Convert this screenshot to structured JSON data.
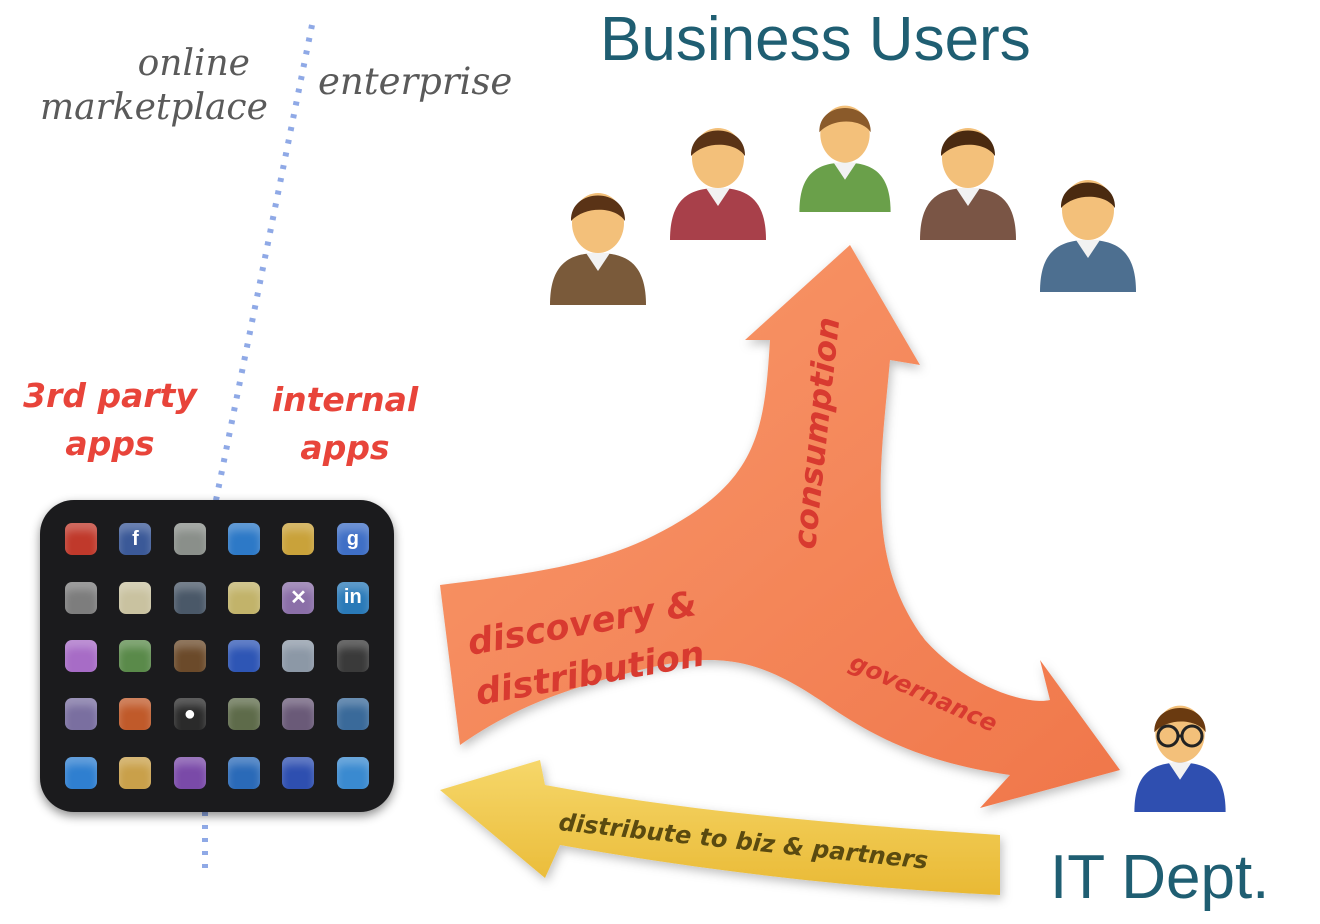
{
  "labels": {
    "online": "online\nmarketplace",
    "enterprise": "enterprise",
    "third_party": "3rd party\napps",
    "internal": "internal\napps",
    "business_users": "Business Users",
    "it_dept": "IT Dept."
  },
  "arrows": {
    "consumption": "consumption",
    "discovery": "discovery &",
    "distribution": "distribution",
    "governance": "governance",
    "distribute": "distribute to biz & partners"
  },
  "colors": {
    "title": "#1f5e72",
    "red_label": "#e8443a",
    "arrow_orange": "#f5865a",
    "arrow_yellow": "#f2c94c",
    "divider": "#8fa9e6"
  },
  "apps": [
    {
      "icon": "photo-app-icon",
      "color": "#c0392b",
      "glyph": ""
    },
    {
      "icon": "facebook-icon",
      "color": "#3b5998",
      "glyph": "f"
    },
    {
      "icon": "camera-app-icon",
      "color": "#8a8f8a",
      "glyph": ""
    },
    {
      "icon": "globe-app-icon",
      "color": "#2d79c7",
      "glyph": ""
    },
    {
      "icon": "contacts-app-icon",
      "color": "#c9a23a",
      "glyph": ""
    },
    {
      "icon": "google-icon",
      "color": "#3f6fc6",
      "glyph": "g"
    },
    {
      "icon": "building-app-icon",
      "color": "#7d7d7d",
      "glyph": ""
    },
    {
      "icon": "notes-app-icon",
      "color": "#c9c2a0",
      "glyph": ""
    },
    {
      "icon": "news-app-icon",
      "color": "#4a5868",
      "glyph": ""
    },
    {
      "icon": "calendar-app-icon",
      "color": "#c2b36a",
      "glyph": ""
    },
    {
      "icon": "x-app-icon",
      "color": "#8b6fa8",
      "glyph": "✕"
    },
    {
      "icon": "linkedin-icon",
      "color": "#2a7ab8",
      "glyph": "in"
    },
    {
      "icon": "purple-app-icon",
      "color": "#a76cc6",
      "glyph": ""
    },
    {
      "icon": "game-app-icon",
      "color": "#5a8a4a",
      "glyph": ""
    },
    {
      "icon": "map-app-icon",
      "color": "#6b4a2a",
      "glyph": ""
    },
    {
      "icon": "shield-app-icon",
      "color": "#2e56b5",
      "glyph": ""
    },
    {
      "icon": "weather-app-icon",
      "color": "#8c98a6",
      "glyph": ""
    },
    {
      "icon": "dark-app-icon",
      "color": "#3a3a3a",
      "glyph": ""
    },
    {
      "icon": "city-app-icon",
      "color": "#7a6fa0",
      "glyph": ""
    },
    {
      "icon": "sports-app-icon",
      "color": "#c05a2a",
      "glyph": ""
    },
    {
      "icon": "camera-lens-icon",
      "color": "#2a2a2a",
      "glyph": "●"
    },
    {
      "icon": "utility-app-icon",
      "color": "#5e6b4a",
      "glyph": ""
    },
    {
      "icon": "diamond-app-icon",
      "color": "#6a5a78",
      "glyph": ""
    },
    {
      "icon": "list-app-icon",
      "color": "#3a6a9a",
      "glyph": ""
    },
    {
      "icon": "mail-app-icon",
      "color": "#2f7fd0",
      "glyph": ""
    },
    {
      "icon": "puzzle-app-icon",
      "color": "#c9a04a",
      "glyph": ""
    },
    {
      "icon": "chat-app-icon",
      "color": "#7a4aa8",
      "glyph": ""
    },
    {
      "icon": "video-app-icon",
      "color": "#2a6ab8",
      "glyph": ""
    },
    {
      "icon": "compass-app-icon",
      "color": "#2e4fb0",
      "glyph": ""
    },
    {
      "icon": "globe-blue-app-icon",
      "color": "#3a8ad0",
      "glyph": ""
    }
  ],
  "business_users": [
    {
      "icon": "business-user-icon",
      "color": "#7a5a3a",
      "hair": "#5a3316"
    },
    {
      "icon": "business-user-icon",
      "color": "#a8404a",
      "hair": "#5a3316"
    },
    {
      "icon": "business-user-icon",
      "color": "#6aa04a",
      "hair": "#8a5a2a"
    },
    {
      "icon": "business-user-icon",
      "color": "#7a5545",
      "hair": "#4a2a10"
    },
    {
      "icon": "business-user-icon",
      "color": "#4d6f90",
      "hair": "#4a2a10"
    }
  ],
  "it_user": {
    "icon": "it-user-icon",
    "color": "#2f4fb0",
    "hair": "#6a3a10"
  }
}
